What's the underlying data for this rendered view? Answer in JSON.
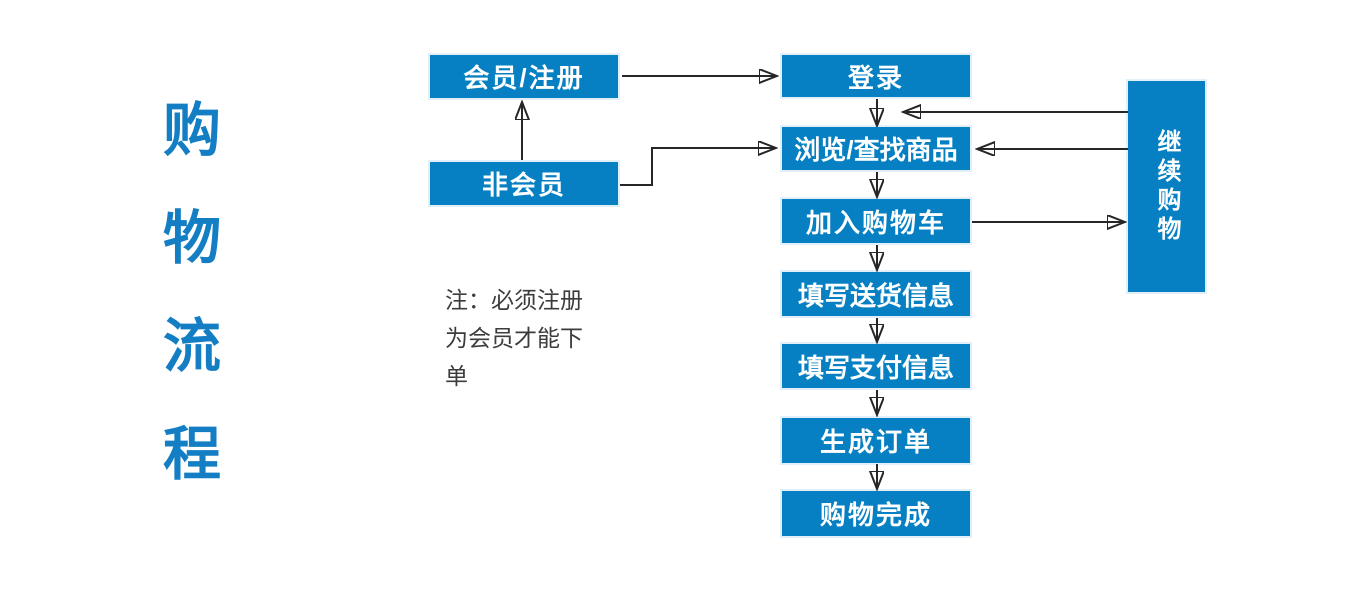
{
  "diagram": {
    "title": {
      "text": "购物流程",
      "chars": [
        "购",
        "物",
        "流",
        "程"
      ]
    },
    "note": {
      "lines": [
        "注：必须注册",
        "为会员才能下",
        "单"
      ]
    },
    "nodes": {
      "member_register": "会员/注册",
      "non_member": "非会员",
      "login": "登录",
      "browse_search": "浏览/查找商品",
      "add_to_cart": "加入购物车",
      "delivery_info": "填写送货信息",
      "payment_info": "填写支付信息",
      "create_order": "生成订单",
      "shopping_complete": "购物完成",
      "continue_shopping": "继续购物"
    },
    "connections": [
      {
        "from": "非会员",
        "to": "会员/注册"
      },
      {
        "from": "会员/注册",
        "to": "登录"
      },
      {
        "from": "非会员",
        "to": "浏览/查找商品"
      },
      {
        "from": "登录",
        "to": "浏览/查找商品"
      },
      {
        "from": "浏览/查找商品",
        "to": "加入购物车"
      },
      {
        "from": "加入购物车",
        "to": "填写送货信息"
      },
      {
        "from": "填写送货信息",
        "to": "填写支付信息"
      },
      {
        "from": "填写支付信息",
        "to": "生成订单"
      },
      {
        "from": "生成订单",
        "to": "购物完成"
      },
      {
        "from": "加入购物车",
        "to": "继续购物"
      },
      {
        "from": "继续购物",
        "to": "浏览/查找商品"
      },
      {
        "from": "继续购物",
        "to": "登录"
      }
    ],
    "colors": {
      "box_fill": "#0680c3",
      "box_text": "#ffffff",
      "title_text": "#147ec4",
      "note_text": "#3c3c3c",
      "arrow": "#262626",
      "background": "#ffffff"
    }
  }
}
